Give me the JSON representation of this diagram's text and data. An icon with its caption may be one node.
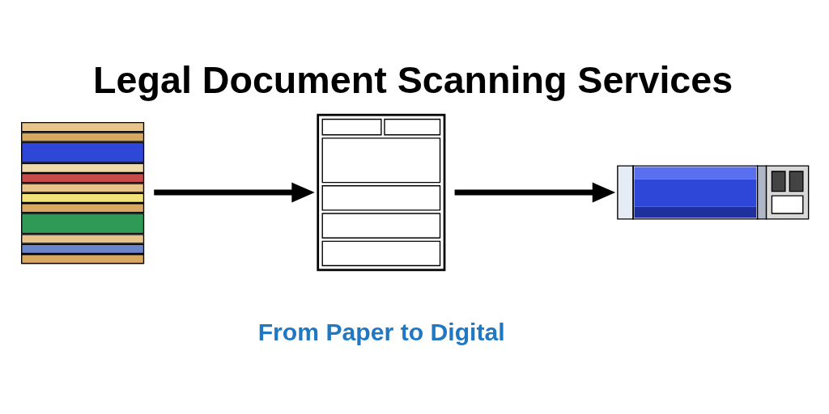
{
  "diagram": {
    "title": "Legal Document Scanning Services",
    "nodes": [
      {
        "text": [],
        "shape": "picture"
      },
      {
        "text": [],
        "shape": "picture"
      },
      {
        "text": [],
        "shape": "picture"
      }
    ],
    "edges": [
      {
        "from": 0,
        "to": 1,
        "arrow": "to"
      },
      {
        "from": 1,
        "to": 2,
        "arrow": "to"
      }
    ],
    "labels": [
      "From Paper to Digital"
    ]
  }
}
